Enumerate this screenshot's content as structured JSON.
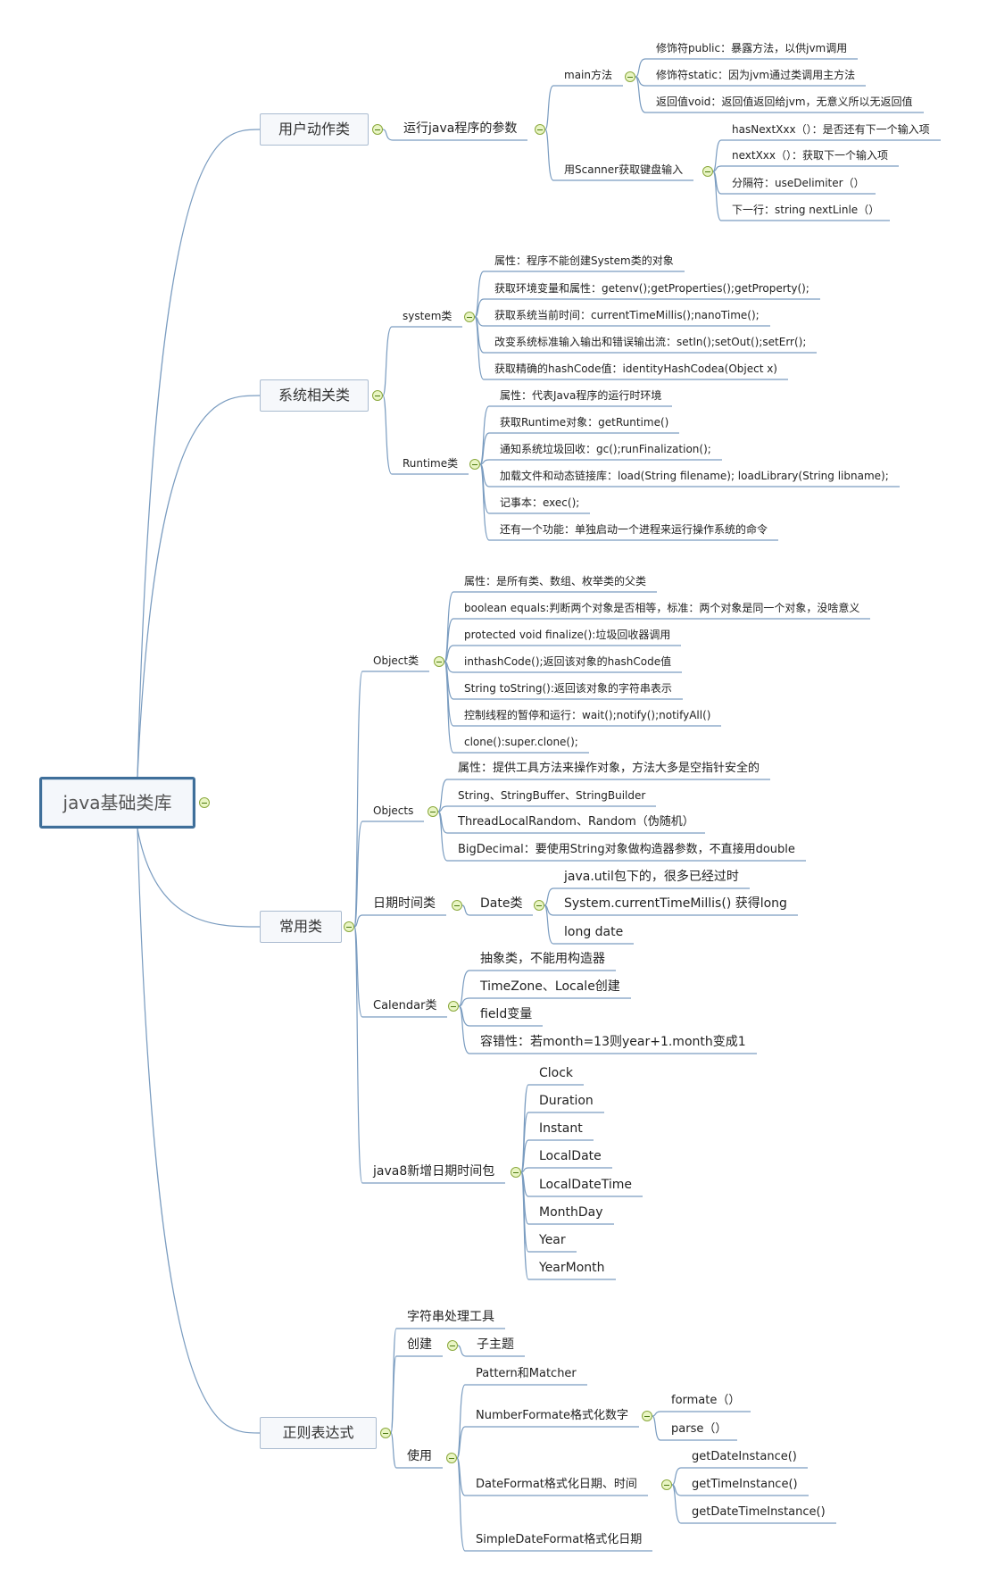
{
  "root": "java基础类库",
  "mains": {
    "user": "用户动作类",
    "system": "系统相关类",
    "common": "常用类",
    "regex": "正则表达式"
  },
  "user": {
    "params": "运行java程序的参数",
    "main_method": "main方法",
    "main_items": [
      "修饰符public：暴露方法，以供jvm调用",
      "修饰符static：因为jvm通过类调用主方法",
      "返回值void：返回值返回给jvm，无意义所以无返回值"
    ],
    "scanner": "用Scanner获取键盘输入",
    "scanner_items": [
      "hasNextXxx（）：是否还有下一个输入项",
      "nextXxx（）：获取下一个输入项",
      "分隔符：useDelimiter（）",
      "下一行：string nextLinle（）"
    ]
  },
  "system": {
    "system_class": "system类",
    "system_items": [
      "属性：程序不能创建System类的对象",
      "获取环境变量和属性：getenv();getProperties();getProperty();",
      "获取系统当前时间：currentTimeMillis();nanoTime();",
      "改变系统标准输入输出和错误输出流：setIn();setOut();setErr();",
      "获取精确的hashCode值：identityHashCodea(Object x)"
    ],
    "runtime_class": "Runtime类",
    "runtime_items": [
      "属性：代表Java程序的运行时环境",
      "获取Runtime对象：getRuntime()",
      "通知系统垃圾回收：gc();runFinalization();",
      "加载文件和动态链接库：load(String filename); loadLibrary(String libname);",
      "记事本：exec();",
      "还有一个功能：单独启动一个进程来运行操作系统的命令"
    ]
  },
  "common": {
    "object_class": "Object类",
    "object_items": [
      "属性：是所有类、数组、枚举类的父类",
      "boolean equals:判断两个对象是否相等，标准：两个对象是同一个对象，没啥意义",
      "protected void finalize():垃圾回收器调用",
      "inthashCode();返回该对象的hashCode值",
      "String toString():返回该对象的字符串表示",
      "控制线程的暂停和运行：wait();notify();notifyAll()",
      "clone():super.clone();"
    ],
    "objects": "Objects",
    "objects_items": [
      "属性：提供工具方法来操作对象，方法大多是空指针安全的",
      "String、StringBuffer、StringBuilder",
      "ThreadLocalRandom、Random（伪随机）",
      "BigDecimal：要使用String对象做构造器参数，不直接用double"
    ],
    "datetime": "日期时间类",
    "date_class": "Date类",
    "date_items": [
      "java.util包下的，很多已经过时",
      "System.currentTimeMillis()  获得long",
      "long date"
    ],
    "calendar": "Calendar类",
    "calendar_items": [
      "抽象类，不能用构造器",
      "TimeZone、Locale创建",
      "field变量",
      "容错性：若month=13则year+1.month变成1"
    ],
    "java8": "java8新增日期时间包",
    "java8_items": [
      "Clock",
      "Duration",
      "Instant",
      "LocalDate",
      "LocalDateTime",
      "MonthDay",
      "Year",
      "YearMonth"
    ]
  },
  "regex": {
    "string_tool": "字符串处理工具",
    "create": "创建",
    "subtopic": "子主题",
    "use": "使用",
    "pattern": "Pattern和Matcher",
    "number_format": "NumberFormate格式化数字",
    "number_items": [
      "formate（）",
      "parse（）"
    ],
    "date_format": "DateFormat格式化日期、时间",
    "date_format_items": [
      "getDateInstance()",
      "getTimeInstance()",
      "getDateTimeInstance()"
    ],
    "simple_date_format": "SimpleDateFormat格式化日期"
  },
  "colors": {
    "link": "#7a9cc0",
    "toggle_fill": "#e9f5c4",
    "toggle_stroke": "#8aa83c",
    "root_border": "#3f6f9a"
  }
}
